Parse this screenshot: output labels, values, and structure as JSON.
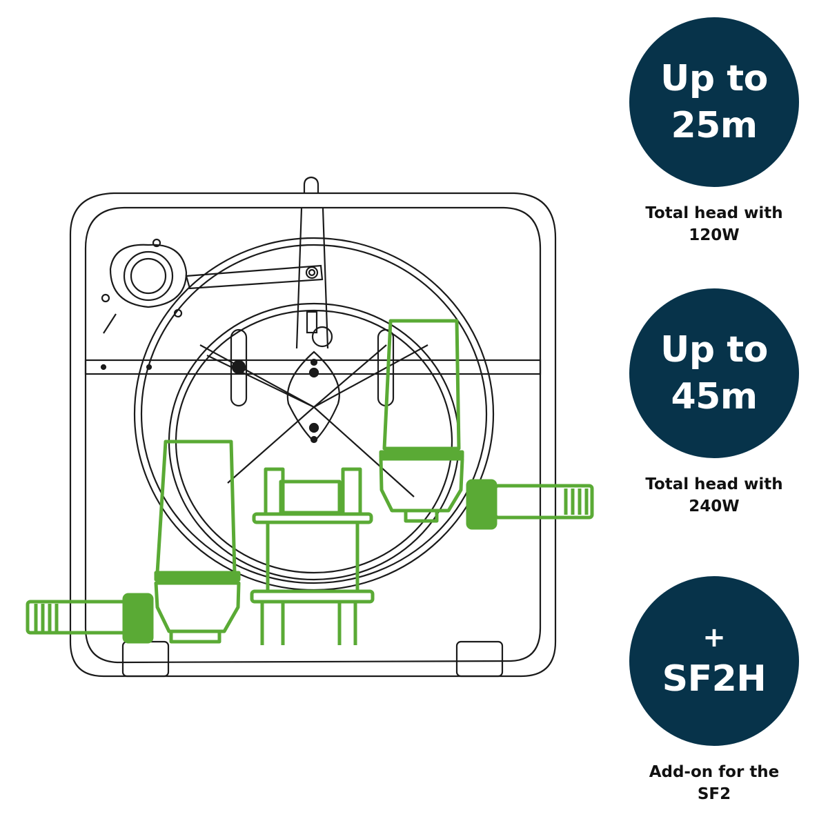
{
  "colors": {
    "badge_bg": "#07334a",
    "badge_text": "#ffffff",
    "pump_highlight": "#5aaa35",
    "line_art": "#1a1a1a",
    "caption_text": "#111111"
  },
  "illustration": {
    "subject": "hose-reel-frame-with-submersible-pumps",
    "icon": "pump-reel-line-drawing"
  },
  "badges": [
    {
      "line1": "Up to",
      "line2": "25m",
      "caption_line1": "Total head with",
      "caption_line2": "120W"
    },
    {
      "line1": "Up to",
      "line2": "45m",
      "caption_line1": "Total head with",
      "caption_line2": "240W"
    },
    {
      "line1": "+",
      "line2": "SF2H",
      "caption_line1": "Add-on for the",
      "caption_line2": "SF2"
    }
  ]
}
